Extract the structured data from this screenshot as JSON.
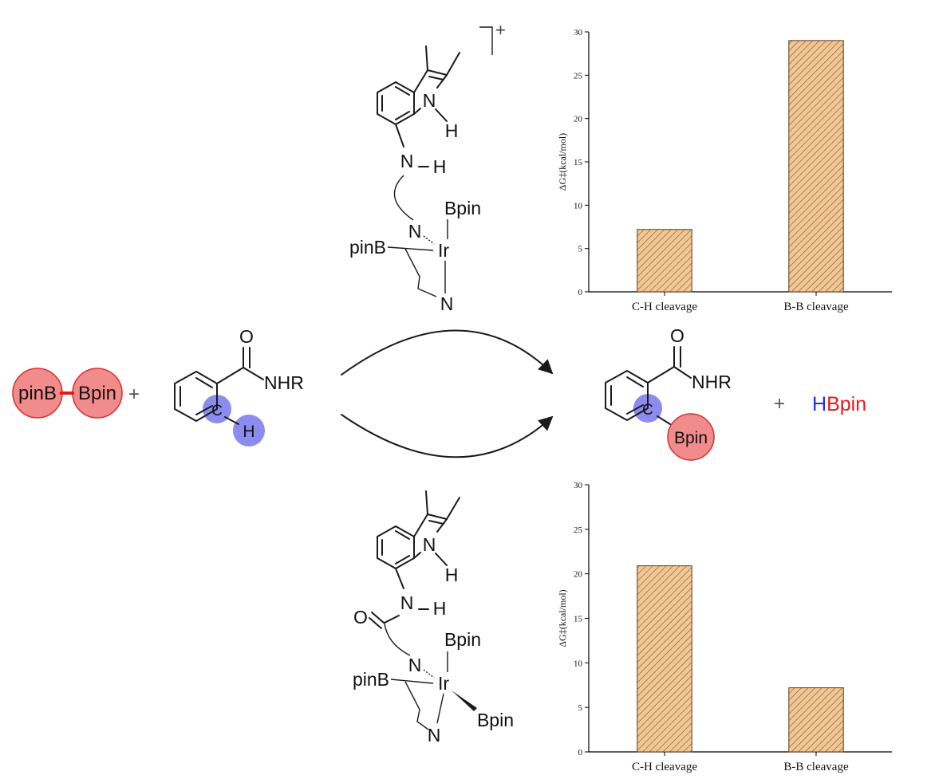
{
  "scheme": {
    "reactant_boron": {
      "left": "pinB",
      "right": "Bpin"
    },
    "plus": "+",
    "substrate": {
      "oxygen": "O",
      "amide": "NHR",
      "carbon": "C",
      "hydrogen": "H"
    },
    "product": {
      "oxygen": "O",
      "amide": "NHR",
      "carbon": "C",
      "boryl": "Bpin"
    },
    "byproduct": {
      "h": "H",
      "bpin": "Bpin"
    },
    "colors": {
      "boron_highlight": "#f28b8b",
      "boron_stroke": "#d93030",
      "ch_highlight": "#8c8cf0",
      "byproduct_h": "#1f33e6",
      "byproduct_bpin": "#e61a1a"
    }
  },
  "catalyst_top": {
    "charge": "+",
    "n_indole": "N",
    "h_indole": "H",
    "n_amine": "N",
    "h_amine": "H",
    "n_ligand": "N",
    "n_lower": "N",
    "metal": "Ir",
    "boryl_left": "pinB",
    "boryl_top": "Bpin"
  },
  "catalyst_bottom": {
    "n_indole": "N",
    "h_indole": "H",
    "n_amide": "N",
    "h_amide": "H",
    "oxygen": "O",
    "n_ligand": "N",
    "n_lower": "N",
    "metal": "Ir",
    "boryl_left": "pinB",
    "boryl_top": "Bpin",
    "boryl_right": "Bpin"
  },
  "chart_data": [
    {
      "type": "bar",
      "categories": [
        "C-H cleavage",
        "B-B cleavage"
      ],
      "values": [
        7.2,
        29.0
      ],
      "ylabel": "ΔG‡(kcal/mol)",
      "ylim": [
        0,
        30
      ],
      "yticks": [
        "0",
        "5",
        "10",
        "15",
        "20",
        "25",
        "30"
      ],
      "grid": false,
      "bar_fill": "#f2c796",
      "bar_hatch": "#8a5a2b"
    },
    {
      "type": "bar",
      "categories": [
        "C-H cleavage",
        "B-B cleavage"
      ],
      "values": [
        20.9,
        7.2
      ],
      "ylabel": "ΔG‡(kcal/mol)",
      "ylim": [
        0,
        30
      ],
      "yticks": [
        "0",
        "5",
        "10",
        "15",
        "20",
        "25",
        "30"
      ],
      "grid": false,
      "bar_fill": "#f2c796",
      "bar_hatch": "#8a5a2b"
    }
  ]
}
